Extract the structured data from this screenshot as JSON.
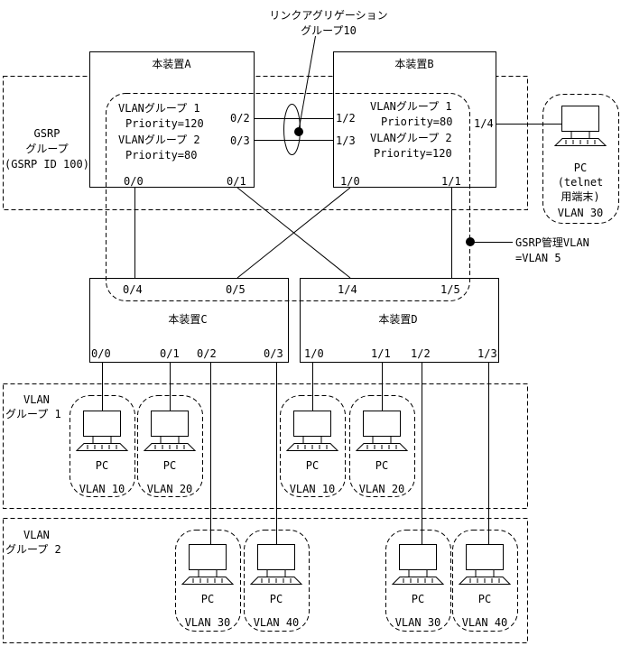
{
  "link_aggregation": {
    "line1": "リンクアグリゲーション",
    "line2": "グループ10"
  },
  "gsrp_group": {
    "line1": "GSRP",
    "line2": "グループ",
    "line3": "(GSRP ID 100)"
  },
  "gsrp_vlan": {
    "line1": "GSRP管理VLAN",
    "line2": "=VLAN 5"
  },
  "vlan_group1_region": {
    "line1": "VLAN",
    "line2": "グループ 1"
  },
  "vlan_group2_region": {
    "line1": "VLAN",
    "line2": "グループ 2"
  },
  "device_a": {
    "title": "本装置A",
    "g1": "VLANグループ 1",
    "p1": "Priority=120",
    "g2": "VLANグループ 2",
    "p2": "Priority=80",
    "ports": [
      "0/2",
      "0/3",
      "0/0",
      "0/1"
    ]
  },
  "device_b": {
    "title": "本装置B",
    "g1": "VLANグループ 1",
    "p1": "Priority=80",
    "g2": "VLANグループ 2",
    "p2": "Priority=120",
    "ports": [
      "1/2",
      "1/3",
      "1/4",
      "1/0",
      "1/1"
    ]
  },
  "device_c": {
    "title": "本装置C",
    "ports": [
      "0/4",
      "0/5",
      "0/0",
      "0/1",
      "0/2",
      "0/3"
    ]
  },
  "device_d": {
    "title": "本装置D",
    "ports": [
      "1/4",
      "1/5",
      "1/0",
      "1/1",
      "1/2",
      "1/3"
    ]
  },
  "pc_label": "PC",
  "telnet_pc": {
    "line1": "(telnet",
    "line2": "用端末)",
    "vlan": "VLAN 30"
  },
  "pcs": [
    {
      "vlan": "VLAN 10"
    },
    {
      "vlan": "VLAN 20"
    },
    {
      "vlan": "VLAN 10"
    },
    {
      "vlan": "VLAN 20"
    },
    {
      "vlan": "VLAN 30"
    },
    {
      "vlan": "VLAN 40"
    },
    {
      "vlan": "VLAN 30"
    },
    {
      "vlan": "VLAN 40"
    }
  ]
}
